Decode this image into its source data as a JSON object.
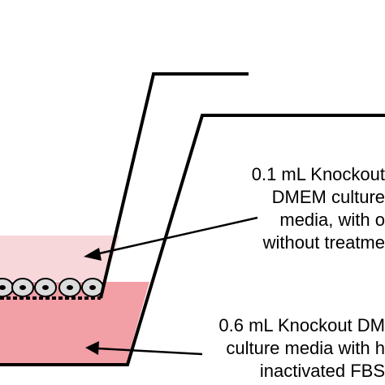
{
  "upper_label": {
    "lines": [
      "0.1 mL Knockout",
      "DMEM culture",
      "media, with o",
      "without treatme"
    ]
  },
  "lower_label": {
    "lines": [
      "0.6 mL Knockout DM",
      "culture media with h",
      "inactivated FBS"
    ]
  },
  "colors": {
    "insert_media": "#f7d7d9",
    "well_media": "#f29fa6",
    "outline": "#000000",
    "cell_fill": "#dcdcdc"
  }
}
